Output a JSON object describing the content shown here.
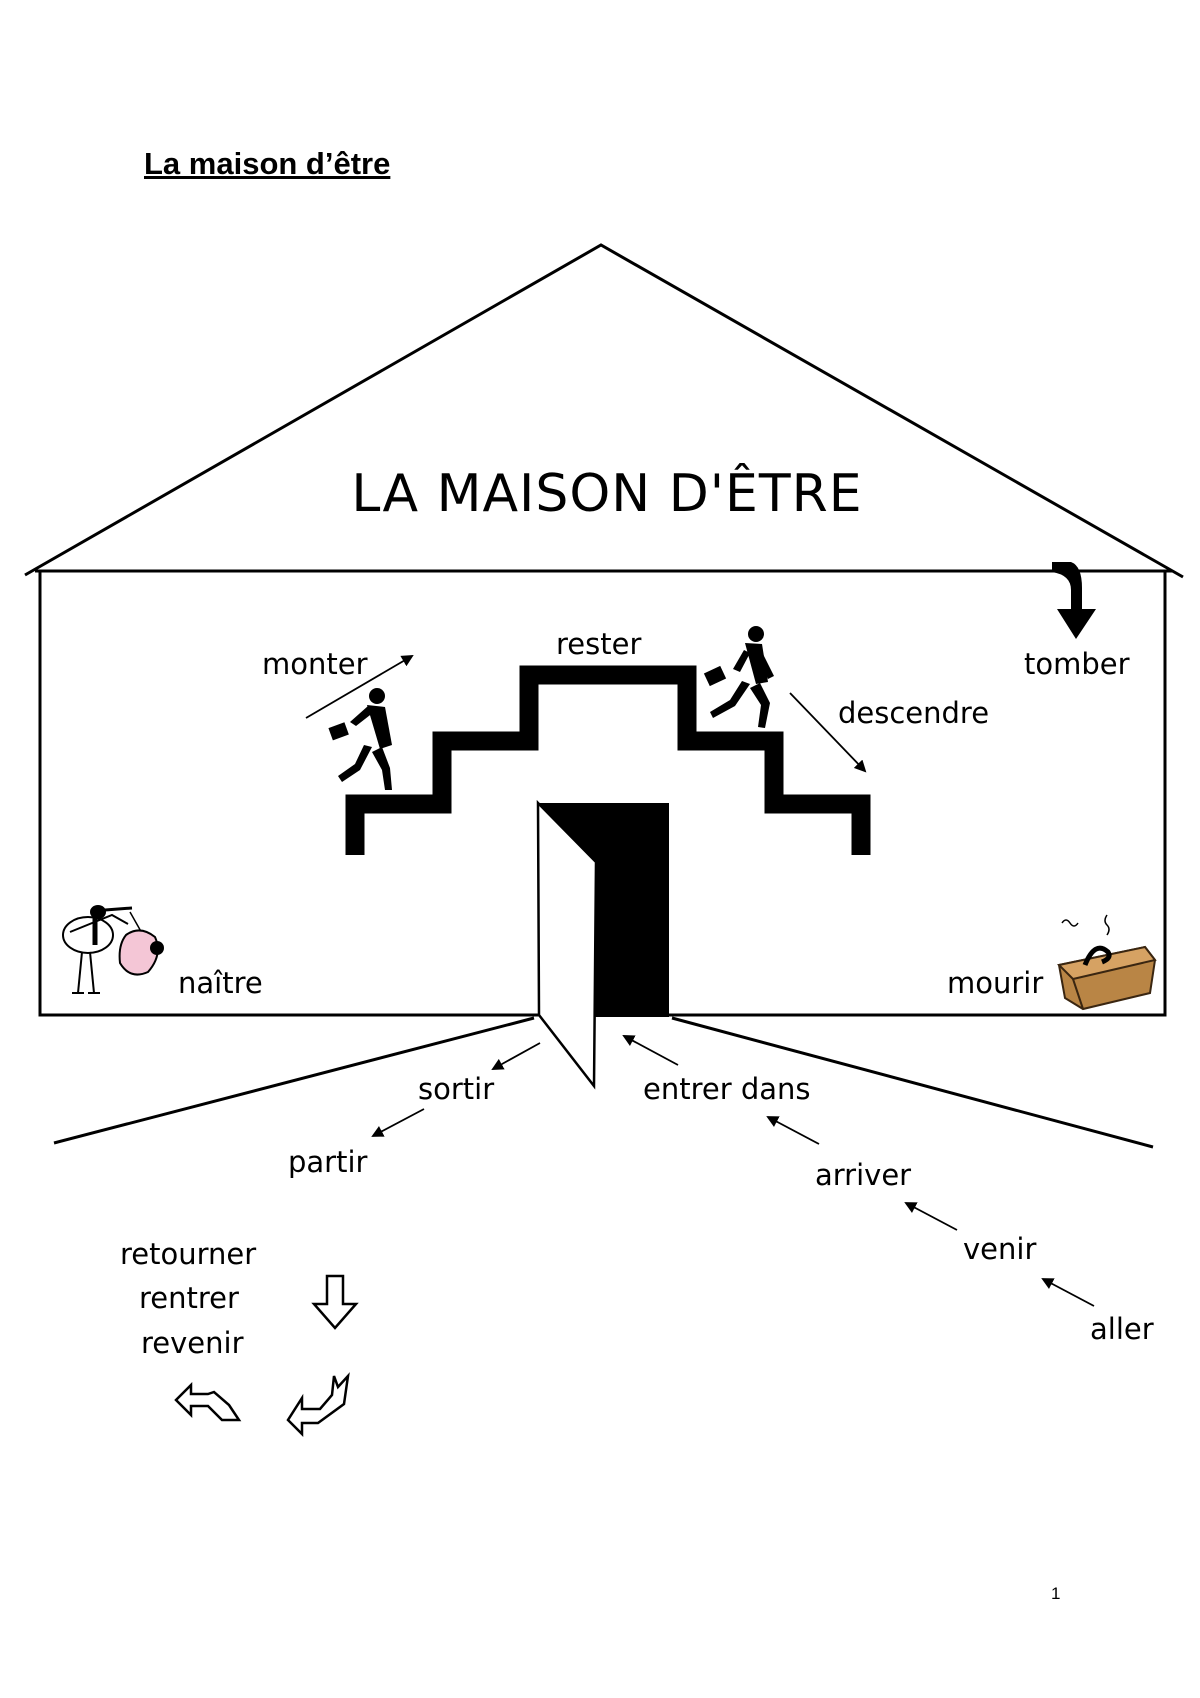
{
  "document": {
    "title": "La maison d’être",
    "page_number": "1"
  },
  "diagram": {
    "house_sign": "LA MAISON D'ÊTRE",
    "verbs": {
      "monter": "monter",
      "rester": "rester",
      "descendre": "descendre",
      "tomber": "tomber",
      "naitre": "naître",
      "mourir": "mourir",
      "sortir": "sortir",
      "partir": "partir",
      "entrer": "entrer dans",
      "arriver": "arriver",
      "venir": "venir",
      "aller": "aller",
      "retourner": "retourner",
      "rentrer": "rentrer",
      "revenir": "revenir"
    },
    "icons": [
      "stork-with-baby-icon",
      "man-with-briefcase-icon",
      "coffin-icon",
      "down-arrow-icon",
      "return-arrow-icon"
    ]
  }
}
